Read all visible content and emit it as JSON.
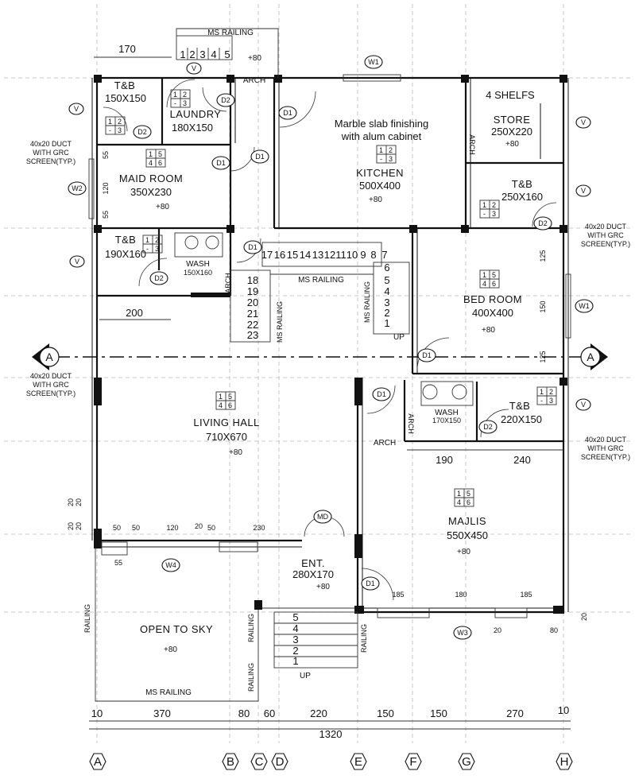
{
  "rooms": {
    "tb1": {
      "name": "T&B",
      "dim": "150X150"
    },
    "laundry": {
      "name": "LAUNDRY",
      "dim": "180X150"
    },
    "maid": {
      "name": "MAID ROOM",
      "dim": "350X230"
    },
    "tb2": {
      "name": "T&B",
      "dim": "190X160"
    },
    "wash1": {
      "name": "WASH",
      "dim": "150X160"
    },
    "kitchen": {
      "name": "KITCHEN",
      "dim": "500X400"
    },
    "kitchen_note": [
      "Marble slab finishing",
      "with alum cabinet"
    ],
    "store": {
      "name": "STORE",
      "dim": "250X220"
    },
    "shelves": "4 SHELFS",
    "tb3": {
      "name": "T&B",
      "dim": "250X160"
    },
    "bedroom": {
      "name": "BED ROOM",
      "dim": "400X400"
    },
    "living": {
      "name": "LIVING HALL",
      "dim": "710X670"
    },
    "wash2": {
      "name": "WASH",
      "dim": "170X150"
    },
    "tb4": {
      "name": "T&B",
      "dim": "220X150"
    },
    "majlis": {
      "name": "MAJLIS",
      "dim": "550X450"
    },
    "ent": {
      "name": "ENT.",
      "dim": "280X170"
    },
    "open": {
      "name": "OPEN TO SKY"
    }
  },
  "levels": {
    "plus80": "+80"
  },
  "tile_grids": {
    "g12_3": [
      "1",
      "2",
      "-",
      "3"
    ],
    "g15_46": [
      "1",
      "5",
      "4",
      "6"
    ]
  },
  "labels": {
    "ms_railing": "MS RAILING",
    "railing": "RAILING",
    "arch": "ARCH",
    "up": "UP",
    "duct": [
      "40x20 DUCT",
      "WITH GRC",
      "SCREEN(TYP.)"
    ]
  },
  "tags": {
    "d1": "D1",
    "d2": "D2",
    "v": "V",
    "w1": "W1",
    "w2": "W2",
    "w3": "W3",
    "w4": "W4",
    "md": "MD"
  },
  "section_mark": "A",
  "stairs": {
    "top_steps": [
      "1",
      "2",
      "3",
      "4",
      "5"
    ],
    "flight_top": [
      "17",
      "16",
      "15",
      "14",
      "13",
      "12",
      "11",
      "10",
      "9",
      "8",
      "7"
    ],
    "flight_left": [
      "18",
      "19",
      "20",
      "21",
      "22",
      "23"
    ],
    "flight_right": [
      "6",
      "5",
      "4",
      "3",
      "2",
      "1"
    ],
    "entry_steps": [
      "5",
      "4",
      "3",
      "2",
      "1"
    ]
  },
  "dims": {
    "top_170": "170",
    "d200": "200",
    "d190": "190",
    "d240": "240",
    "d125a": "125",
    "d150": "150",
    "d125b": "125",
    "d55a": "55",
    "d120": "120",
    "d55b": "55",
    "open_w": [
      "50",
      "50",
      "120",
      "20",
      "50",
      "230"
    ],
    "d55c": "55",
    "d20s": [
      "20",
      "20",
      "20",
      "20"
    ],
    "front": [
      "185",
      "180",
      "185"
    ],
    "front_right_20": "20",
    "front_20": "20",
    "front_80": "80",
    "bottom": [
      "10",
      "370",
      "80",
      "60",
      "220",
      "150",
      "150",
      "270",
      "10"
    ],
    "total": "1320"
  },
  "grid_axes": [
    "A",
    "B",
    "C",
    "D",
    "E",
    "F",
    "G",
    "H"
  ]
}
